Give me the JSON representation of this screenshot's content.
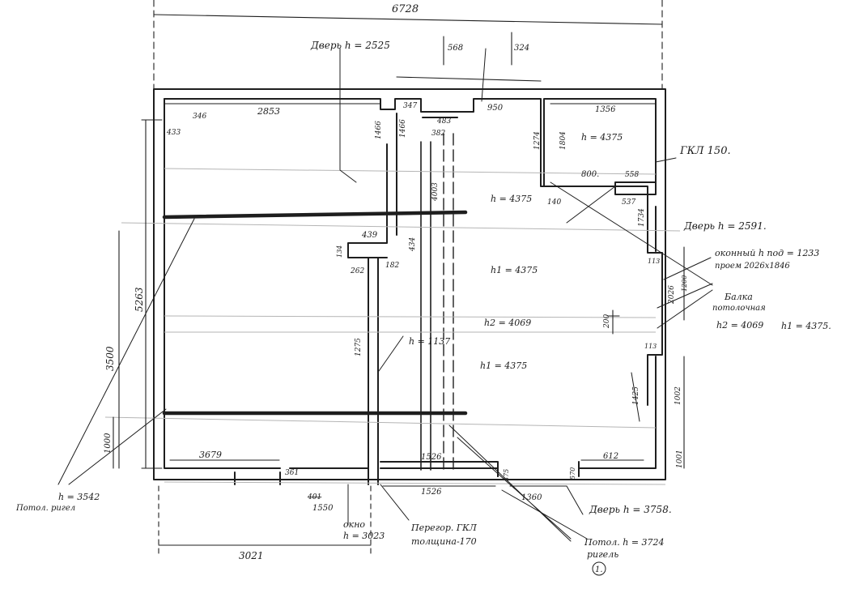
{
  "overall": {
    "width": "6728",
    "bottom_left": "3021",
    "left_total": "5263",
    "left_mid": "3500",
    "left_low": "1000"
  },
  "top": {
    "d346": "346",
    "d2853": "2853",
    "d433": "433",
    "d347": "347",
    "d950": "950",
    "d1356": "1356",
    "d568": "568",
    "d324": "324",
    "d1466a": "1466",
    "d1466b": "1466",
    "d483": "483",
    "d382": "382",
    "d1274": "1274",
    "d4003": "4003",
    "d1804": "1804",
    "h_room": "h = 4375"
  },
  "labels": {
    "door_top": "Дверь h = 2525",
    "gkl": "ГКЛ 150.",
    "door_right": "Дверь h = 2591.",
    "window_opening": "оконный h под = 1233",
    "window_size": "проем 2026х1846",
    "beam": "Балка",
    "beam2": "потолочная",
    "h2_right": "h2 = 4069",
    "h1_right": "h1 = 4375.",
    "h_room_mid": "h = 4375",
    "h1_a": "h1 = 4375",
    "h2_mid": "h2 = 4069",
    "h1_b": "h1 = 4375",
    "h_low": "h = 1137",
    "door_bottom": "Дверь h = 3758.",
    "ceiling_left": "Потол. ригел",
    "h_left": "h = 3542",
    "window_bottom": "окно",
    "window_bottom_h": "h = 3023",
    "partition": "Перегор. ГКЛ",
    "partition_thick": "толщина-170",
    "ceiling_bottom": "Потол. h = 3724",
    "ceiling_bottom2": "ригель",
    "page_number": "1."
  },
  "dims": {
    "d800": "800.",
    "d558": "558",
    "d140": "140",
    "d537": "537",
    "d1734": "1734",
    "d439": "439",
    "d134": "134",
    "d262": "262",
    "d182": "182",
    "d434": "434",
    "d2026": "2026",
    "d1200": "1200",
    "d113a": "113",
    "d200": "200",
    "d113b": "113",
    "d1002": "1002",
    "d1425": "1425",
    "d612": "612",
    "d1001": "1001",
    "d3679": "3679",
    "d361": "361",
    "d1550": "1550",
    "d1526a": "1526",
    "d1526b": "1526",
    "d375": "375",
    "d1360": "1360",
    "d570": "570",
    "d1275": "1275",
    "d401": "401"
  }
}
